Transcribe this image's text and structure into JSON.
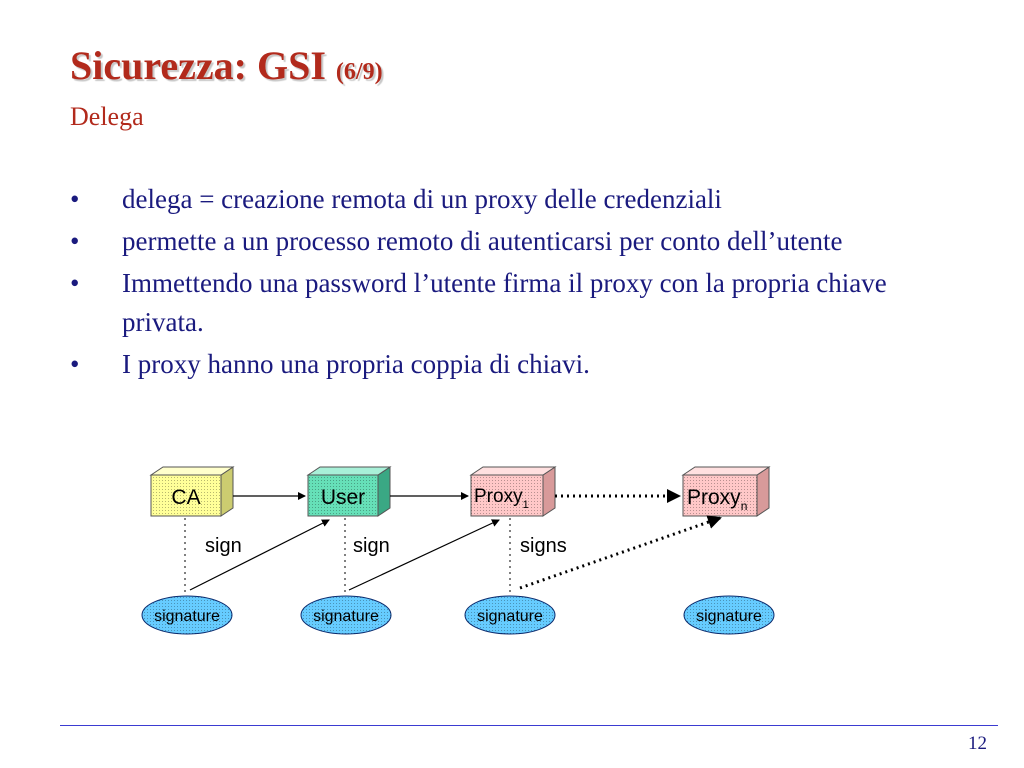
{
  "slide": {
    "title": "Sicurezza: GSI",
    "title_fraction": "(6/9)",
    "subtitle": "Delega",
    "bullets": [
      "delega = creazione remota di un proxy delle credenziali",
      "permette a un processo remoto di autenticarsi per conto dell’utente",
      "Immettendo una password l’utente firma il proxy con la propria chiave privata.",
      "I proxy hanno una propria coppia di chiavi."
    ],
    "bullet_symbol": "•",
    "page_number": "12"
  },
  "diagram": {
    "boxes": {
      "ca": "CA",
      "user": "User",
      "proxy1": "Proxy",
      "proxy1_sub": "1",
      "proxyn": "Proxy",
      "proxyn_sub": "n"
    },
    "labels": {
      "sign1": "sign",
      "sign2": "sign",
      "signs": "signs"
    },
    "signature_label": "signature",
    "colors": {
      "ca_fill": "#ffff99",
      "user_fill": "#66e0b8",
      "proxy_fill": "#ffc8c8",
      "signature_fill": "#66ccff",
      "title_color": "#b22a1c",
      "text_color": "#1a1a7e",
      "divider_color": "#3b3bd1"
    }
  }
}
